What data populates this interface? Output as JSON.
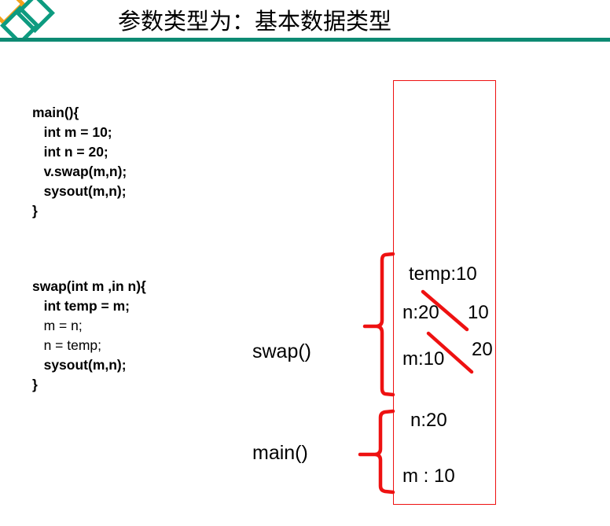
{
  "slide": {
    "title": "参数类型为：基本数据类型",
    "logo_icon": "diamond-logo-icon",
    "accent_color": "#0d8a73",
    "accent_secondary_color": "#f5a11b",
    "annotation_color": "#ee1111"
  },
  "code_main": {
    "name": "main-method-code",
    "lines": [
      {
        "text": "main(){",
        "bold": true
      },
      {
        "text": "   int m = 10;",
        "bold": true
      },
      {
        "text": "   int n = 20;",
        "bold": true
      },
      {
        "text": "   v.swap(m,n);",
        "bold": true
      },
      {
        "text": "   sysout(m,n);",
        "bold": true
      },
      {
        "text": "}",
        "bold": true
      }
    ]
  },
  "code_swap": {
    "name": "swap-method-code",
    "lines": [
      {
        "text": "swap(int m ,in n){",
        "bold": true
      },
      {
        "text": "   int temp = m;",
        "bold": true
      },
      {
        "text": "   m = n;",
        "bold": false
      },
      {
        "text": "   n = temp;",
        "bold": false
      },
      {
        "text": "   sysout(m,n);",
        "bold": true
      },
      {
        "text": "}",
        "bold": true
      }
    ]
  },
  "stack": {
    "box_label": "memory-stack-box",
    "frames": [
      {
        "label": "swap()",
        "slots": [
          {
            "text": "temp:10",
            "struck": false
          },
          {
            "text": "n:20",
            "struck": true
          },
          {
            "text": "m:10",
            "struck": true
          }
        ],
        "updates": [
          {
            "text": "10"
          },
          {
            "text": "20"
          }
        ]
      },
      {
        "label": "main()",
        "slots": [
          {
            "text": "n:20",
            "struck": false
          },
          {
            "text": "m : 10",
            "struck": false
          }
        ],
        "updates": []
      }
    ]
  }
}
